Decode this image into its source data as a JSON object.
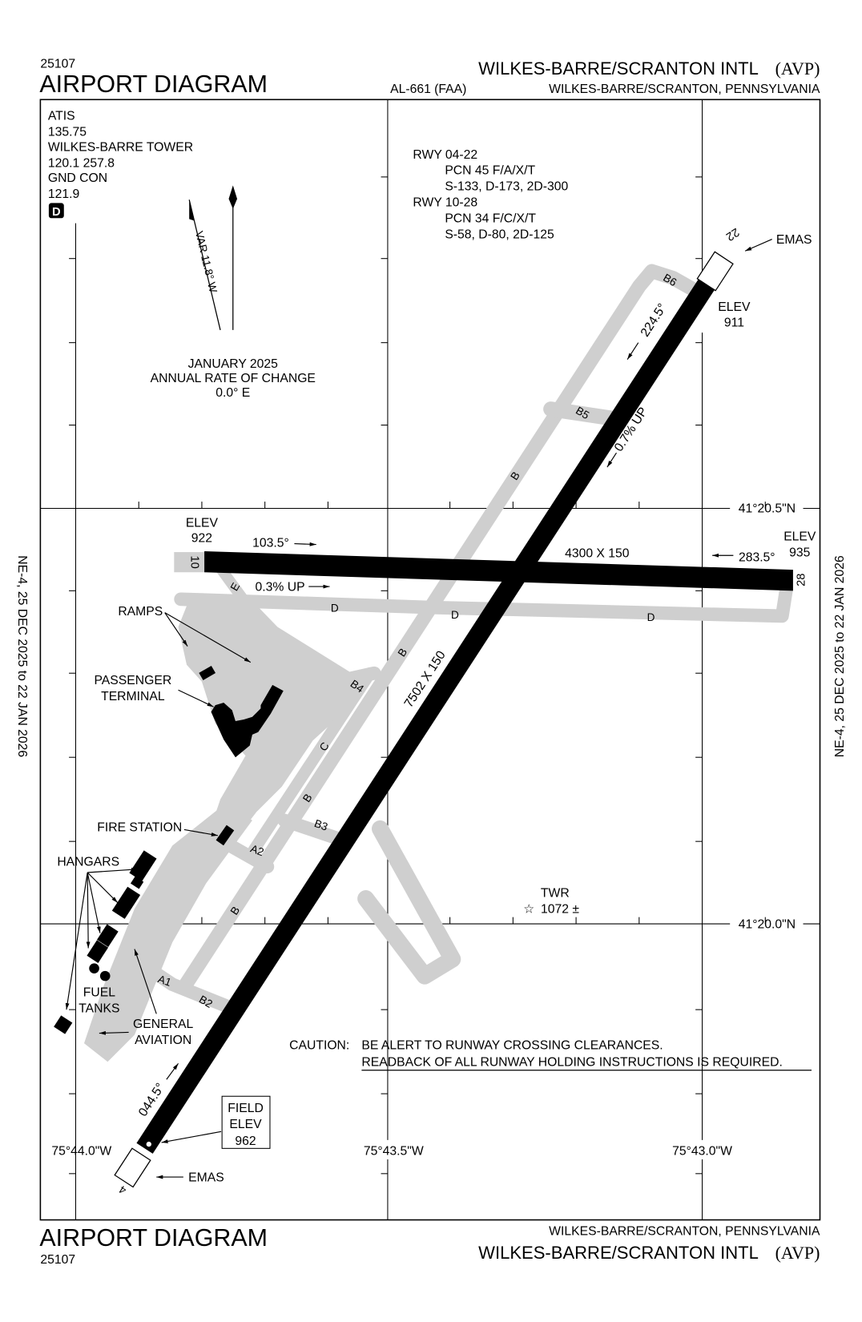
{
  "header": {
    "chart_number": "25107",
    "title": "AIRPORT DIAGRAM",
    "procedure": "AL-661 (FAA)",
    "airport": "WILKES-BARRE/SCRANTON INTL",
    "airport_id": "(AVP)",
    "location": "WILKES-BARRE/SCRANTON, PENNSYLVANIA"
  },
  "footer": {
    "chart_number": "25107",
    "title": "AIRPORT DIAGRAM",
    "airport": "WILKES-BARRE/SCRANTON INTL",
    "airport_id": "(AVP)",
    "location": "WILKES-BARRE/SCRANTON, PENNSYLVANIA"
  },
  "margin": {
    "effective": "NE-4, 25 DEC 2025 to 22 JAN 2026"
  },
  "comms": [
    "ATIS",
    "135.75",
    "WILKES-BARRE TOWER",
    "120.1  257.8",
    "GND CON",
    "121.9"
  ],
  "comms_badge": "D",
  "runway_info": {
    "rwy1": "RWY 04-22",
    "rwy1_pcn": "PCN 45 F/A/X/T",
    "rwy1_strength": "S-133, D-173, 2D-300",
    "rwy2": "RWY 10-28",
    "rwy2_pcn": "PCN 34 F/C/X/T",
    "rwy2_strength": "S-58, D-80, 2D-125"
  },
  "magnetic": {
    "variation": "VAR 11.8° W",
    "date": "JANUARY 2025",
    "rate_label": "ANNUAL RATE OF CHANGE",
    "rate": "0.0° E"
  },
  "runway_04_22": {
    "end_4": "4",
    "end_22": "22",
    "dimensions": "7502 X 150",
    "heading_044": "044.5°",
    "heading_224": "224.5°",
    "slope": "0.7% UP"
  },
  "runway_10_28": {
    "end_10": "10",
    "end_28": "28",
    "dimensions": "4300 X 150",
    "heading_103": "103.5°",
    "heading_283": "283.5°",
    "slope": "0.3% UP"
  },
  "elevations": {
    "label": "ELEV",
    "rwy10": "922",
    "rwy28": "935",
    "rwy22": "911",
    "field_label_1": "FIELD",
    "field_label_2": "ELEV",
    "field": "962"
  },
  "emas": "EMAS",
  "taxiways": {
    "b": "B",
    "b2": "B2",
    "b3": "B3",
    "b4": "B4",
    "b5": "B5",
    "b6": "B6",
    "c": "C",
    "d": "D",
    "e": "E",
    "a1": "A1",
    "a2": "A2"
  },
  "features": {
    "ramps": "RAMPS",
    "terminal_1": "PASSENGER",
    "terminal_2": "TERMINAL",
    "fire_station": "FIRE STATION",
    "hangars": "HANGARS",
    "fuel_1": "FUEL",
    "fuel_2": "TANKS",
    "ga_1": "GENERAL",
    "ga_2": "AVIATION",
    "tower": "TWR",
    "tower_elev": "1072 ±"
  },
  "caution": {
    "label": "CAUTION:",
    "line1": "BE ALERT TO RUNWAY CROSSING CLEARANCES.",
    "line2": "READBACK OF ALL RUNWAY HOLDING INSTRUCTIONS IS REQUIRED."
  },
  "coordinates": {
    "lat_north": "41°20.5\"N",
    "lat_south": "41°20.0\"N",
    "lon_west": "75°44.0\"W",
    "lon_mid": "75°43.5\"W",
    "lon_east": "75°43.0\"W"
  },
  "colors": {
    "runway": "#000000",
    "taxiway": "#cfcfcf",
    "background": "#ffffff"
  }
}
